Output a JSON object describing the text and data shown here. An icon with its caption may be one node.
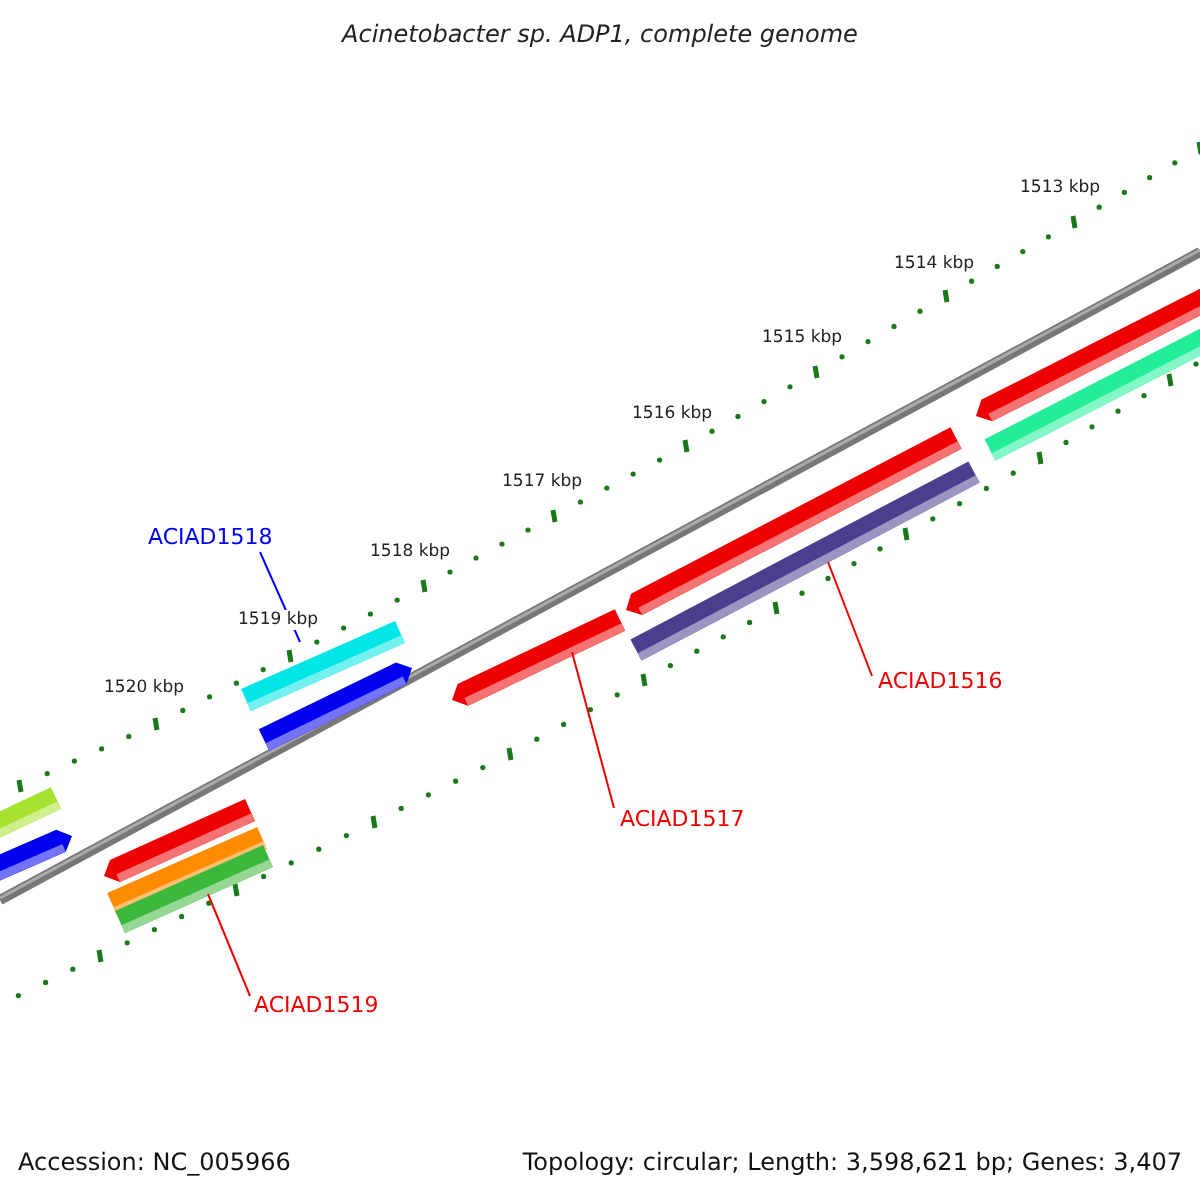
{
  "diagram": {
    "title": "Acinetobacter sp. ADP1, complete genome",
    "nodes": [
      {
        "text": [
          "ACIAD1518"
        ]
      },
      {
        "text": [],
        "shape": "bar"
      },
      {
        "text": [
          "ACIAD1516"
        ]
      },
      {
        "text": [],
        "shape": "bar"
      },
      {
        "text": [
          "ACIAD1517"
        ]
      },
      {
        "text": [],
        "shape": "bar"
      },
      {
        "text": [
          "ACIAD1519"
        ]
      },
      {
        "text": [],
        "shape": "bar"
      }
    ],
    "edges": [
      {
        "from": 0,
        "to": 1,
        "arrow": "none",
        "color": "#0000ff"
      },
      {
        "from": 2,
        "to": 3,
        "arrow": "none"
      },
      {
        "from": 4,
        "to": 5,
        "arrow": "none"
      },
      {
        "from": 6,
        "to": 7,
        "arrow": "none"
      }
    ],
    "labels": [
      "1513 kbp",
      "1514 kbp",
      "1515 kbp",
      "1516 kbp",
      "1517 kbp",
      "1518 kbp",
      "1519 kbp",
      "1520 kbp",
      "Accession: NC_005966",
      "Topology: circular; Length: 3,598,621 bp; Genes: 3,407"
    ]
  }
}
